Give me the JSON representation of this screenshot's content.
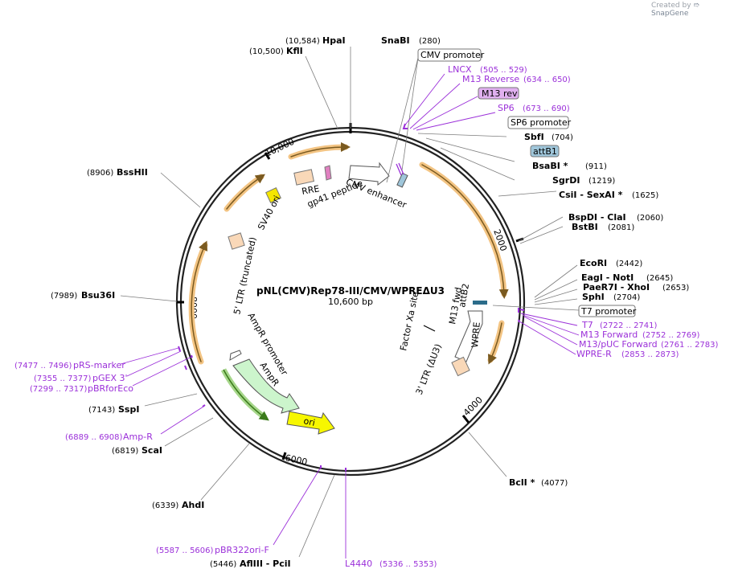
{
  "watermark": {
    "created_by": "Created by",
    "brand": "SnapGene"
  },
  "plasmid": {
    "name": "pNL(CMV)Rep78-III/CMV/WPREΔU3",
    "size": "10,600 bp"
  },
  "ticks": [
    "2000",
    "4000",
    "6000",
    "8000",
    "10,000"
  ],
  "sites": {
    "hpai": {
      "pos": "(10,584)",
      "name": "HpaI"
    },
    "kfli": {
      "pos": "(10,500)",
      "name": "KflI"
    },
    "snabi": {
      "name": "SnaBI",
      "pos": "(280)"
    },
    "sbfi": {
      "name": "SbfI",
      "pos": "(704)"
    },
    "bsabi": {
      "name": "BsaBI *",
      "pos": "(911)"
    },
    "sgrdi": {
      "name": "SgrDI",
      "pos": "(1219)"
    },
    "csii": {
      "name": "CsiI  - SexAI *",
      "pos": "(1625)"
    },
    "bspdi": {
      "name": "BspDI  - ClaI",
      "pos": "(2060)"
    },
    "bstbi": {
      "name": "BstBI",
      "pos": "(2081)"
    },
    "ecori": {
      "name": "EcoRI",
      "pos": "(2442)"
    },
    "eagi": {
      "name": "EagI  - NotI",
      "pos": "(2645)"
    },
    "paer7i": {
      "name": "PaeR7I  - XhoI",
      "pos": "(2653)"
    },
    "sphi": {
      "name": "SphI",
      "pos": "(2704)"
    },
    "bcli": {
      "name": "BclI *",
      "pos": "(4077)"
    },
    "afliii": {
      "pos": "(5446)",
      "name": "AflIII  - PciI"
    },
    "ahdi": {
      "pos": "(6339)",
      "name": "AhdI"
    },
    "scai": {
      "pos": "(6819)",
      "name": "ScaI"
    },
    "sspi": {
      "pos": "(7143)",
      "name": "SspI"
    },
    "bsu36i": {
      "pos": "(7989)",
      "name": "Bsu36I"
    },
    "bsshii": {
      "pos": "(8906)",
      "name": "BssHII"
    }
  },
  "boxed": {
    "cmv_promoter": "CMV promoter",
    "m13_rev": "M13 rev",
    "sp6_promoter": "SP6 promoter",
    "attb1": "attB1",
    "t7_promoter": "T7 promoter"
  },
  "primers": {
    "lncx": {
      "name": "LNCX",
      "pos": "(505 .. 529)"
    },
    "m13_reverse": {
      "name": "M13 Reverse",
      "pos": "(634 .. 650)"
    },
    "sp6": {
      "name": "SP6",
      "pos": "(673 .. 690)"
    },
    "t7": {
      "name": "T7",
      "pos": "(2722 .. 2741)"
    },
    "m13_forward": {
      "name": "M13 Forward",
      "pos": "(2752 .. 2769)"
    },
    "m13_puc_forward": {
      "name": "M13/pUC Forward",
      "pos": "(2761 .. 2783)"
    },
    "wpre_r": {
      "name": "WPRE-R",
      "pos": "(2853 .. 2873)"
    },
    "l4440": {
      "name": "L4440",
      "pos": "(5336 .. 5353)"
    },
    "pbr322ori_f": {
      "pos": "(5587 .. 5606)",
      "name": "pBR322ori-F"
    },
    "amp_r": {
      "pos": "(6889 .. 6908)",
      "name": "Amp-R"
    },
    "pbrforeco": {
      "pos": "(7299 .. 7317)",
      "name": "pBRforEco"
    },
    "pgex3": {
      "pos": "(7355 .. 7377)",
      "name": "pGEX 3'"
    },
    "prs_marker": {
      "pos": "(7477 .. 7496)",
      "name": "pRS-marker"
    }
  },
  "features": {
    "cmv_enhancer": "CMV enhancer",
    "rre": "RRE",
    "gp41": "gp41 peptide",
    "sv40_ori": "SV40 ori",
    "ltr5": "5' LTR (truncated)",
    "ampr_promoter": "AmpR promoter",
    "ampr": "AmpR",
    "ori": "ori",
    "m13_fwd": "M13 fwd",
    "attb2": "attB2",
    "factor_xa": "Factor Xa site",
    "wpre": "WPRE",
    "ltr3": "3' LTR (ΔU3)"
  },
  "colors": {
    "primer": "#9b30d9",
    "promoter_box": "#ffffff",
    "m13rev_fill": "#e0b0f0",
    "attb1_fill": "#9fc6da",
    "rre_fill": "#f9d8b8",
    "sv40_fill": "#f5e600",
    "ampr_fill": "#ccf5cc",
    "ori_fill": "#f7f700",
    "orange_arc": "#f3c483"
  }
}
